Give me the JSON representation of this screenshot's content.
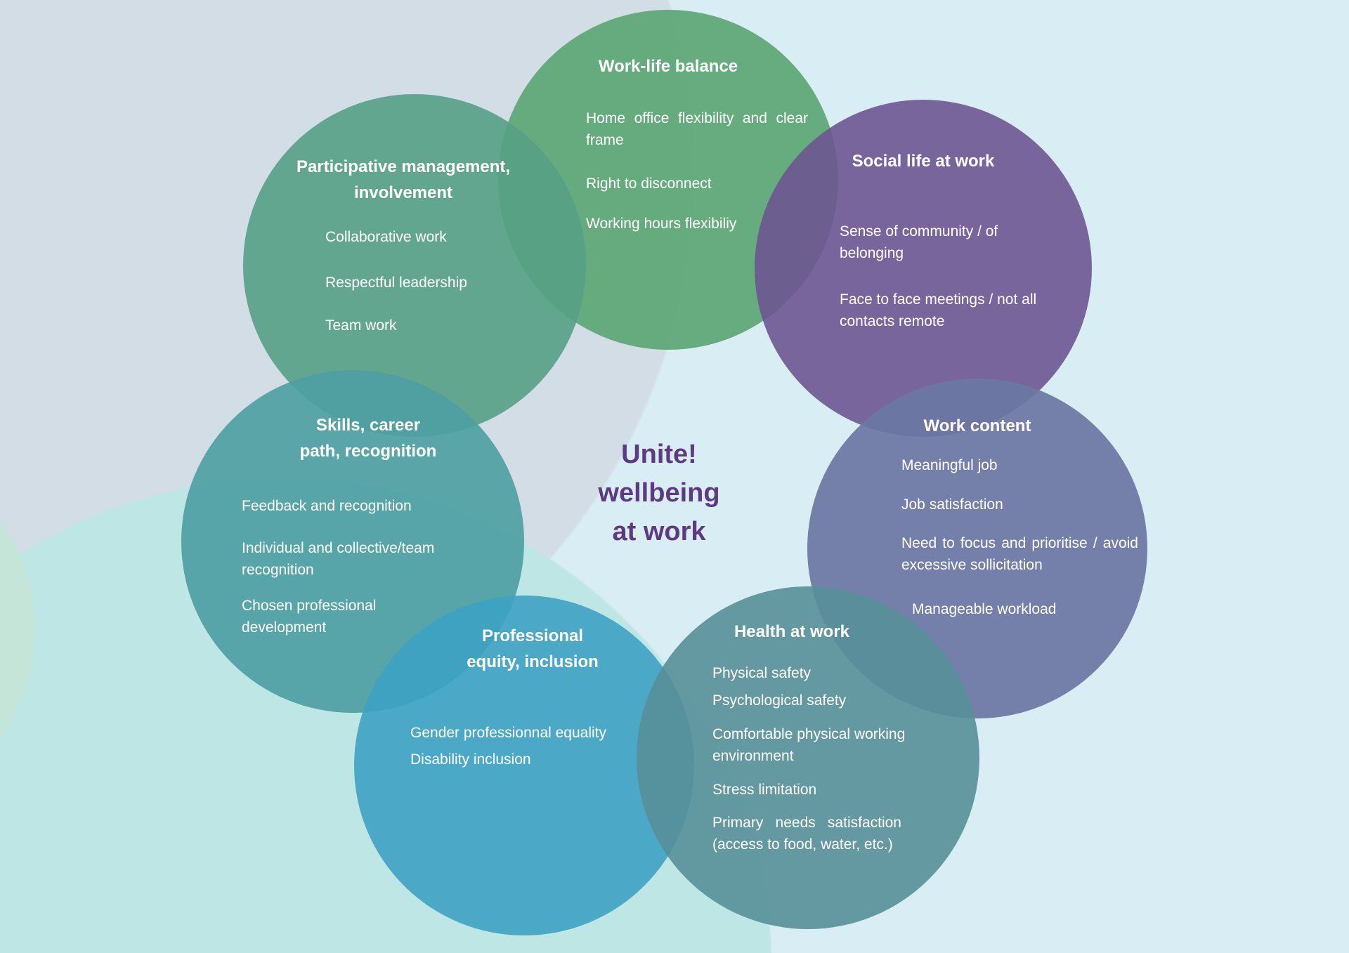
{
  "center": {
    "line1": "Unite!",
    "line2": "wellbeing",
    "line3": "at work",
    "color": "#5e3a80"
  },
  "circles": {
    "work_life_balance": {
      "title": "Work-life balance",
      "items": [
        "Home office flexibility and clear frame",
        "Right to disconnect",
        "Working hours flexibiliy"
      ],
      "color": "#5ea774"
    },
    "participative": {
      "title_line1": "Participative management,",
      "title_line2": "involvement",
      "items": [
        "Collaborative work",
        "Respectful leadership",
        "Team work"
      ],
      "color": "#57a086"
    },
    "social_life": {
      "title": "Social life at work",
      "items": [
        "Sense of community / of belonging",
        "Face to face meetings / not all contacts remote"
      ],
      "color": "#6e5592"
    },
    "work_content": {
      "title": "Work content",
      "items": [
        "Meaningful job",
        "Job satisfaction",
        "Need to focus and prioritise / avoid excessive sollicitation",
        "Manageable workload"
      ],
      "color": "#6c77a2"
    },
    "skills": {
      "title_line1": "Skills, career",
      "title_line2": "path, recognition",
      "items": [
        "Feedback and recognition",
        "Individual and collective/team recognition",
        "Chosen professional development"
      ],
      "color": "#4ea0a3"
    },
    "equity": {
      "title_line1": "Professional",
      "title_line2": "equity, inclusion",
      "items": [
        "Gender professionnal equality",
        "Disability inclusion"
      ],
      "color": "#3ea2c3"
    },
    "health": {
      "title": "Health at work",
      "items": [
        "Physical safety",
        "Psychological safety",
        "Comfortable physical working environment",
        "Stress limitation",
        "Primary needs satisfaction (access to food, water, etc.)"
      ],
      "color": "#588f98"
    }
  }
}
